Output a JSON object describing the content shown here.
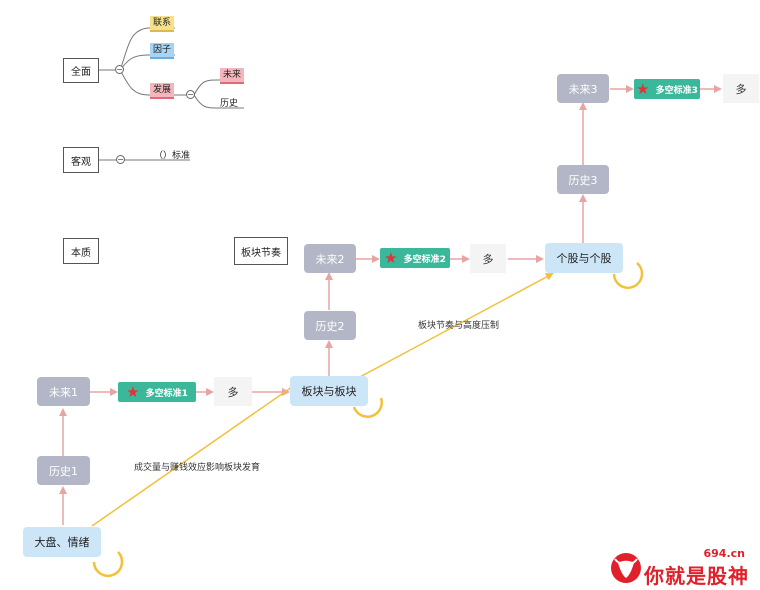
{
  "mindmap": {
    "quanmian": "全面",
    "lianxi": "联系",
    "yinzi": "因子",
    "fazhan": "发展",
    "weilai": "未来",
    "lishi": "历史",
    "keguan": "客观",
    "biaozhun": "（）标准",
    "benzhi": "本质",
    "bankuai_jiezou": "板块节奏"
  },
  "flow": {
    "dapan": "大盘、情绪",
    "lishi1": "历史1",
    "weilai1": "未来1",
    "duokong1": "多空标准1",
    "duo1": "多",
    "bankuai": "板块与板块",
    "lishi2": "历史2",
    "weilai2": "未来2",
    "duokong2": "多空标准2",
    "duo2": "多",
    "gegu": "个股与个股",
    "lishi3": "历史3",
    "weilai3": "未来3",
    "duokong3": "多空标准3",
    "duo3": "多",
    "edge1": "成交量与赚钱效应影响板块发育",
    "edge2": "板块节奏与高度压制"
  },
  "logo": {
    "domain": "694.cn",
    "name": "你就是股神"
  },
  "colors": {
    "pink_arrow": "#e8a3a3",
    "yellow_arrow": "#f2c03a",
    "loop": "#f2c03a",
    "green": "#3bb79a",
    "gray_node": "#b3b6c6",
    "blue_node": "#cde6f7",
    "logo_red": "#e0202a"
  }
}
